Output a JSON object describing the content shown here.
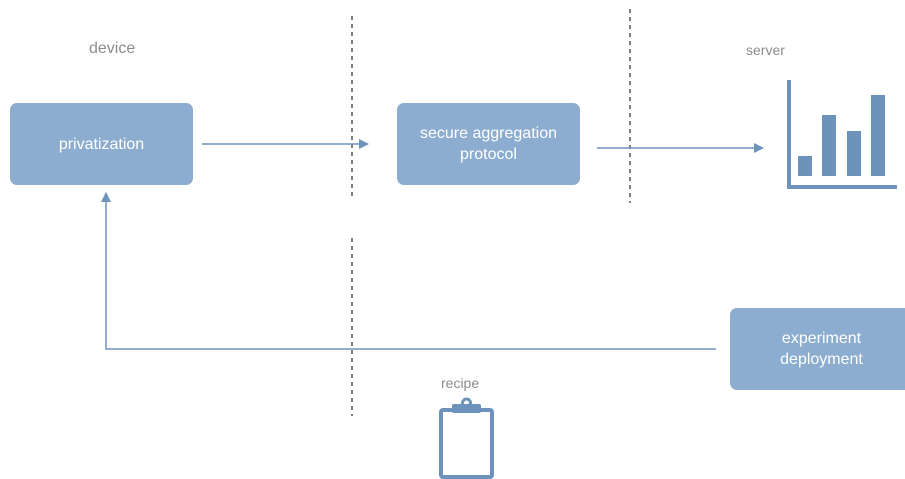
{
  "labels": {
    "device": "device",
    "server": "server",
    "recipe": "recipe"
  },
  "boxes": {
    "privatization": "privatization",
    "secure_aggregation_line1": "secure aggregation",
    "secure_aggregation_line2": "protocol",
    "experiment_line1": "experiment",
    "experiment_line2": "deployment"
  },
  "icons": {
    "server": "bar-chart-icon",
    "recipe": "clipboard-icon"
  },
  "colors": {
    "box_fill": "#8cadcf",
    "line": "#6d93bd",
    "icon": "#6d93bd",
    "divider": "#555555",
    "label_text": "#8c8c8c"
  }
}
